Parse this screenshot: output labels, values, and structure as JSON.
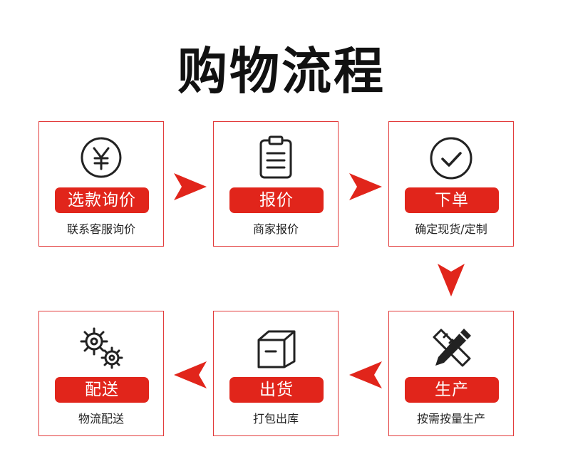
{
  "title": "购物流程",
  "accent_color": "#e1251b",
  "steps": [
    {
      "icon": "yen-circle-icon",
      "label": "选款询价",
      "caption": "联系客服询价"
    },
    {
      "icon": "clipboard-icon",
      "label": "报价",
      "caption": "商家报价"
    },
    {
      "icon": "check-circle-icon",
      "label": "下单",
      "caption": "确定现货/定制"
    },
    {
      "icon": "pencil-ruler-icon",
      "label": "生产",
      "caption": "按需按量生产"
    },
    {
      "icon": "box-icon",
      "label": "出货",
      "caption": "打包出库"
    },
    {
      "icon": "gears-icon",
      "label": "配送",
      "caption": "物流配送"
    }
  ]
}
